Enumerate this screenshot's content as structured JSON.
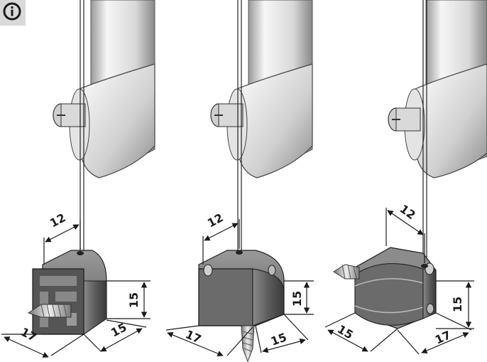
{
  "info_icon": "info-circle-icon",
  "colors": {
    "metal_light": "#f4f4f4",
    "metal_mid": "#c8c8c8",
    "metal_dark": "#8a8a8a",
    "block_dark": "#3c3c3c",
    "block_mid": "#6a6a6a",
    "line": "#1a1a1a",
    "badge": "#d9d9d9"
  },
  "variants": [
    {
      "name": "open-profile-end-cap",
      "dimensions": {
        "cable_offset": "12",
        "height": "15",
        "depth": "15",
        "width": "17"
      }
    },
    {
      "name": "closed-end-cap-bottom-screw",
      "dimensions": {
        "cable_offset": "12",
        "height": "15",
        "depth": "15",
        "width": "17"
      }
    },
    {
      "name": "rounded-end-cap-side-screw",
      "dimensions": {
        "cable_offset": "12",
        "height": "15",
        "depth": "15",
        "width": "17"
      }
    }
  ]
}
